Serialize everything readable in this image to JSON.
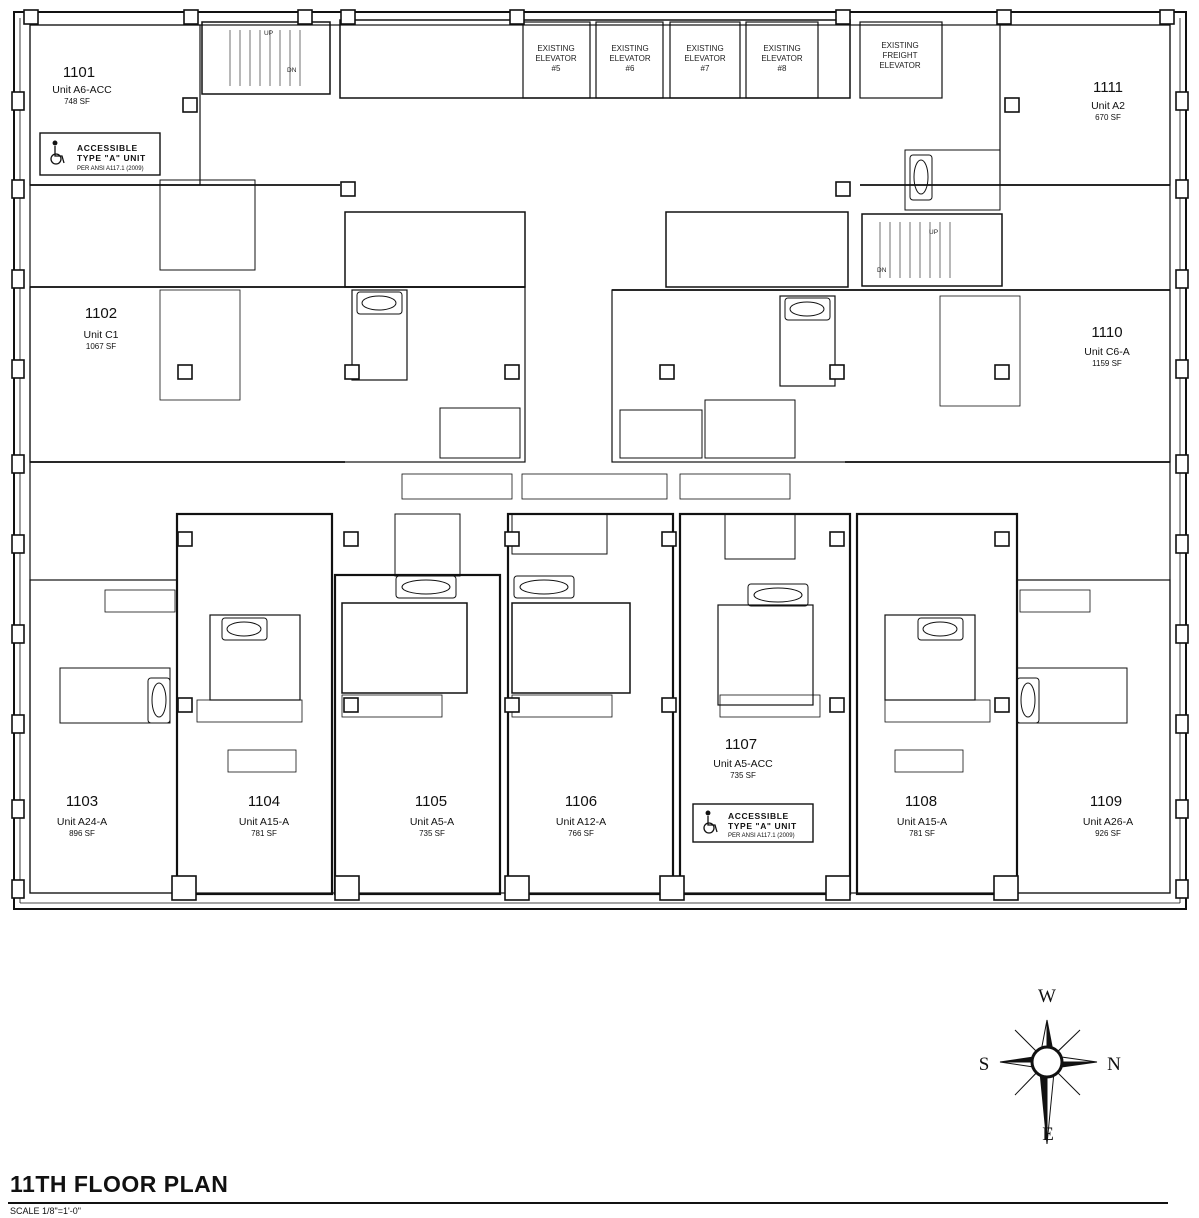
{
  "plan": {
    "title": "11TH FLOOR PLAN",
    "scale": "SCALE 1/8\"=1'-0\""
  },
  "units": [
    {
      "number": "1101",
      "type": "Unit A6-ACC",
      "area": "748 SF"
    },
    {
      "number": "1102",
      "type": "Unit C1",
      "area": "1067 SF"
    },
    {
      "number": "1103",
      "type": "Unit A24-A",
      "area": "896 SF"
    },
    {
      "number": "1104",
      "type": "Unit A15-A",
      "area": "781 SF"
    },
    {
      "number": "1105",
      "type": "Unit A5-A",
      "area": "735 SF"
    },
    {
      "number": "1106",
      "type": "Unit A12-A",
      "area": "766 SF"
    },
    {
      "number": "1107",
      "type": "Unit A5-ACC",
      "area": "735 SF"
    },
    {
      "number": "1108",
      "type": "Unit A15-A",
      "area": "781 SF"
    },
    {
      "number": "1109",
      "type": "Unit A26-A",
      "area": "926 SF"
    },
    {
      "number": "1110",
      "type": "Unit C6-A",
      "area": "1159 SF"
    },
    {
      "number": "1111",
      "type": "Unit A2",
      "area": "670 SF"
    }
  ],
  "elevators": [
    {
      "line1": "EXISTING",
      "line2": "ELEVATOR",
      "line3": "#5"
    },
    {
      "line1": "EXISTING",
      "line2": "ELEVATOR",
      "line3": "#6"
    },
    {
      "line1": "EXISTING",
      "line2": "ELEVATOR",
      "line3": "#7"
    },
    {
      "line1": "EXISTING",
      "line2": "ELEVATOR",
      "line3": "#8"
    },
    {
      "line1": "EXISTING",
      "line2": "FREIGHT",
      "line3": "ELEVATOR"
    }
  ],
  "stairs": {
    "up": "UP",
    "down": "DN"
  },
  "accessible_badge": {
    "line1": "ACCESSIBLE",
    "line2": "TYPE \"A\" UNIT",
    "line3": "PER ANSI A117.1 (2009)"
  },
  "compass": {
    "top": "W",
    "bottom": "E",
    "left": "S",
    "right": "N"
  }
}
